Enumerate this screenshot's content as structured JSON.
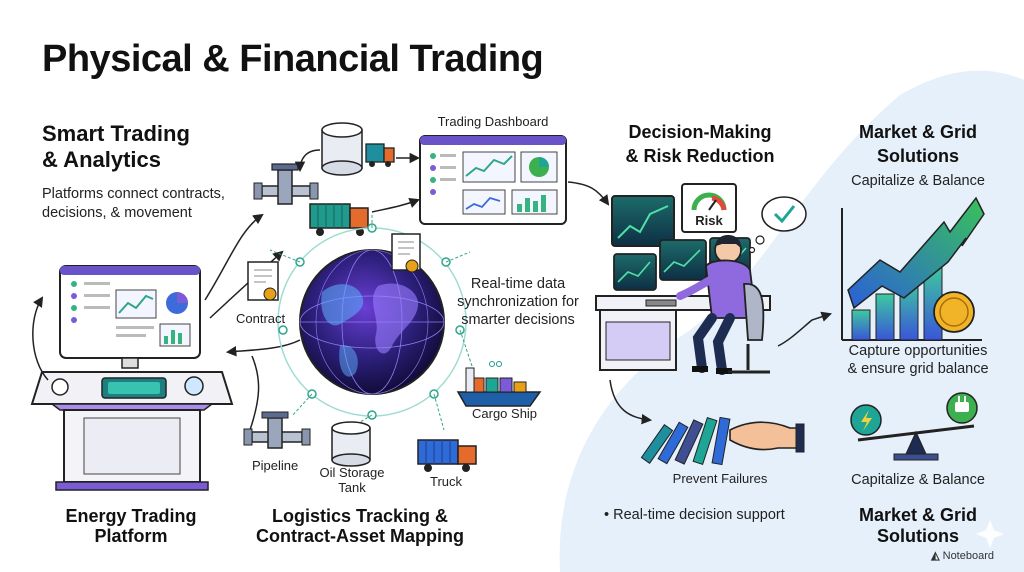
{
  "title": "Physical & Financial Trading",
  "left": {
    "heading": [
      "Smart Trading",
      "& Analytics"
    ],
    "subtitle": [
      "Platforms connect contracts,",
      "decisions, & movement"
    ],
    "platform_label": [
      "Energy Trading",
      "Platform"
    ]
  },
  "center": {
    "dashboard_label": "Trading Dashboard",
    "contract_label": "Contract",
    "sync_text": [
      "Real-time data",
      "synchronization for",
      "smarter decisions"
    ],
    "cargo_ship_label": "Cargo Ship",
    "pipeline_label": "Pipeline",
    "oil_tank_label": [
      "Oil Storage",
      "Tank"
    ],
    "truck_label": "Truck",
    "bottom_label": [
      "Logistics Tracking &",
      "Contract-Asset Mapping"
    ]
  },
  "decision": {
    "heading": [
      "Decision-Making",
      "& Risk Reduction"
    ],
    "risk_label": "Risk",
    "prevent_label": "Prevent Failures",
    "bullet": "• Real-time decision support"
  },
  "market": {
    "heading": [
      "Market & Grid",
      "Solutions"
    ],
    "subtitle": "Capitalize & Balance",
    "capture_text": [
      "Capture opportunities",
      "& ensure grid balance"
    ],
    "balance_label": "Capitalize & Balance",
    "bottom_heading": [
      "Market & Grid",
      "Solutions"
    ]
  },
  "watermark": "Noteboard",
  "colors": {
    "accent_purple": "#7b5cd6",
    "accent_teal": "#1fa596",
    "accent_green": "#3cb04e",
    "accent_blue": "#2f6bd8",
    "bg_blob": "#e6f0fa",
    "gold": "#e7a018"
  }
}
